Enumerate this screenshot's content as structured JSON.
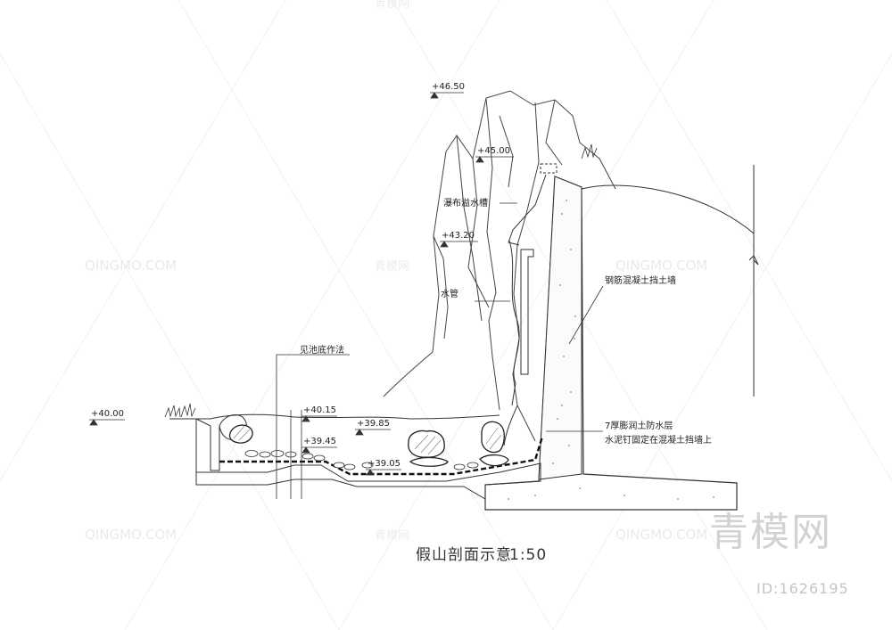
{
  "title": "假山剖面示意",
  "scale": "1:50",
  "elevations": {
    "peak": "+46.50",
    "overflow_trough": "+45.00",
    "pipe_level": "+43.20",
    "ground": "+40.00",
    "water_surface": "+40.15",
    "pool_bottom_left": "+39.85",
    "pool_base_left": "+39.45",
    "pool_base_right": "+39.05"
  },
  "annotations": {
    "waterfall_trough": "瀑布溢水槽",
    "water_pipe": "水管",
    "pool_bottom_ref": "见池底作法",
    "retaining_wall": "钢筋混凝土挡土墙",
    "waterproof_line1": "7厚膨润土防水层",
    "waterproof_line2": "水泥钉固定在混凝土挡墙上"
  },
  "watermark": {
    "logo": "青模网",
    "id": "ID:1626195",
    "repeat_text": "QINGMO.COM",
    "repeat_cn": "青模网"
  }
}
